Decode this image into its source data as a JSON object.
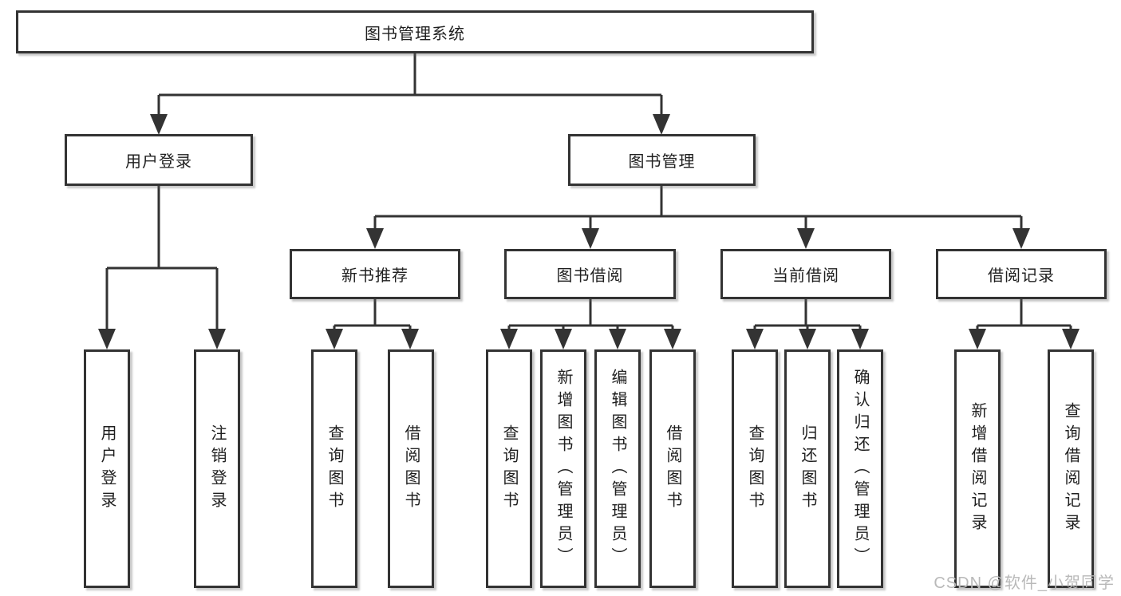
{
  "tree": {
    "label": "图书管理系统",
    "children": [
      {
        "label": "用户登录",
        "children": [
          {
            "label": "用户登录"
          },
          {
            "label": "注销登录"
          }
        ]
      },
      {
        "label": "图书管理",
        "children": [
          {
            "label": "新书推荐",
            "children": [
              {
                "label": "查询图书"
              },
              {
                "label": "借阅图书"
              }
            ]
          },
          {
            "label": "图书借阅",
            "children": [
              {
                "label": "查询图书"
              },
              {
                "label": "新增图书（管理员）"
              },
              {
                "label": "编辑图书（管理员）"
              },
              {
                "label": "借阅图书"
              }
            ]
          },
          {
            "label": "当前借阅",
            "children": [
              {
                "label": "查询图书"
              },
              {
                "label": "归还图书"
              },
              {
                "label": "确认归还（管理员）"
              }
            ]
          },
          {
            "label": "借阅记录",
            "children": [
              {
                "label": "新增借阅记录"
              },
              {
                "label": "查询借阅记录"
              }
            ]
          }
        ]
      }
    ]
  },
  "watermark": "CSDN @软件_小贺同学",
  "colors": {
    "line": "#333333",
    "box_border": "#333333",
    "text": "#1f1f1f",
    "watermark": "#b9b9b9",
    "background": "#ffffff"
  }
}
